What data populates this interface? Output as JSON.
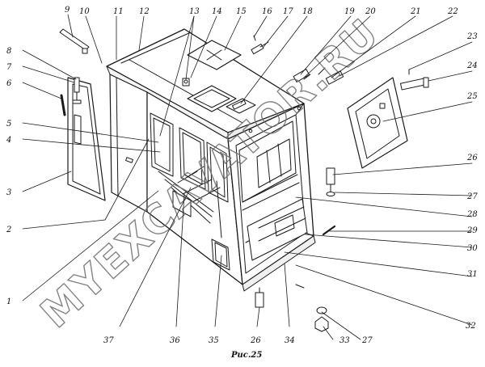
{
  "figure": {
    "caption": "Рис.25",
    "watermark": "MYEXCAVATOR.RU",
    "callouts": [
      {
        "label": "1"
      },
      {
        "label": "2"
      },
      {
        "label": "3"
      },
      {
        "label": "4"
      },
      {
        "label": "5"
      },
      {
        "label": "6"
      },
      {
        "label": "7"
      },
      {
        "label": "8"
      },
      {
        "label": "9"
      },
      {
        "label": "10"
      },
      {
        "label": "11"
      },
      {
        "label": "12"
      },
      {
        "label": "13"
      },
      {
        "label": "14"
      },
      {
        "label": "15"
      },
      {
        "label": "16"
      },
      {
        "label": "17"
      },
      {
        "label": "18"
      },
      {
        "label": "19"
      },
      {
        "label": "20"
      },
      {
        "label": "21"
      },
      {
        "label": "22"
      },
      {
        "label": "23"
      },
      {
        "label": "24"
      },
      {
        "label": "25"
      },
      {
        "label": "26"
      },
      {
        "label": "27"
      },
      {
        "label": "28"
      },
      {
        "label": "29"
      },
      {
        "label": "30"
      },
      {
        "label": "31"
      },
      {
        "label": "32"
      },
      {
        "label": "33"
      },
      {
        "label": "34"
      },
      {
        "label": "35"
      },
      {
        "label": "36"
      },
      {
        "label": "37"
      },
      {
        "label": "26"
      },
      {
        "label": "27"
      }
    ]
  }
}
